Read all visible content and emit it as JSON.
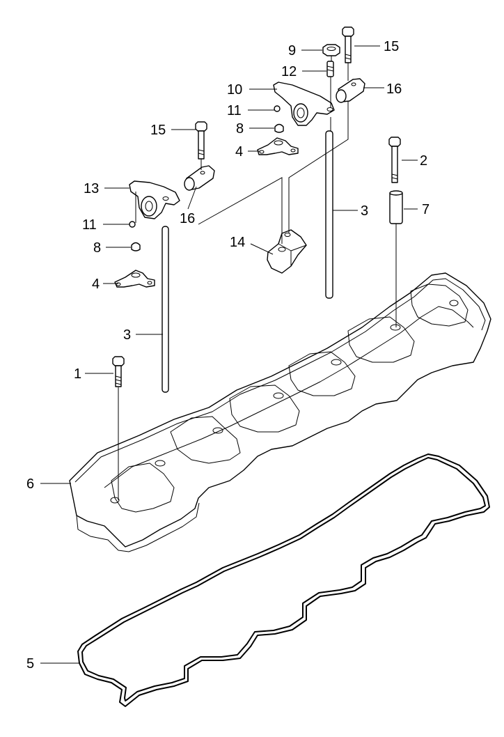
{
  "diagram": {
    "callouts": [
      {
        "id": "c1",
        "label": "1"
      },
      {
        "id": "c2",
        "label": "2"
      },
      {
        "id": "c3a",
        "label": "3"
      },
      {
        "id": "c3b",
        "label": "3"
      },
      {
        "id": "c4a",
        "label": "4"
      },
      {
        "id": "c4b",
        "label": "4"
      },
      {
        "id": "c5",
        "label": "5"
      },
      {
        "id": "c6",
        "label": "6"
      },
      {
        "id": "c7",
        "label": "7"
      },
      {
        "id": "c8a",
        "label": "8"
      },
      {
        "id": "c8b",
        "label": "8"
      },
      {
        "id": "c9",
        "label": "9"
      },
      {
        "id": "c10",
        "label": "10"
      },
      {
        "id": "c11a",
        "label": "11"
      },
      {
        "id": "c11b",
        "label": "11"
      },
      {
        "id": "c12",
        "label": "12"
      },
      {
        "id": "c13",
        "label": "13"
      },
      {
        "id": "c14",
        "label": "14"
      },
      {
        "id": "c15a",
        "label": "15"
      },
      {
        "id": "c15b",
        "label": "15"
      },
      {
        "id": "c16a",
        "label": "16"
      },
      {
        "id": "c16b",
        "label": "16"
      }
    ]
  }
}
